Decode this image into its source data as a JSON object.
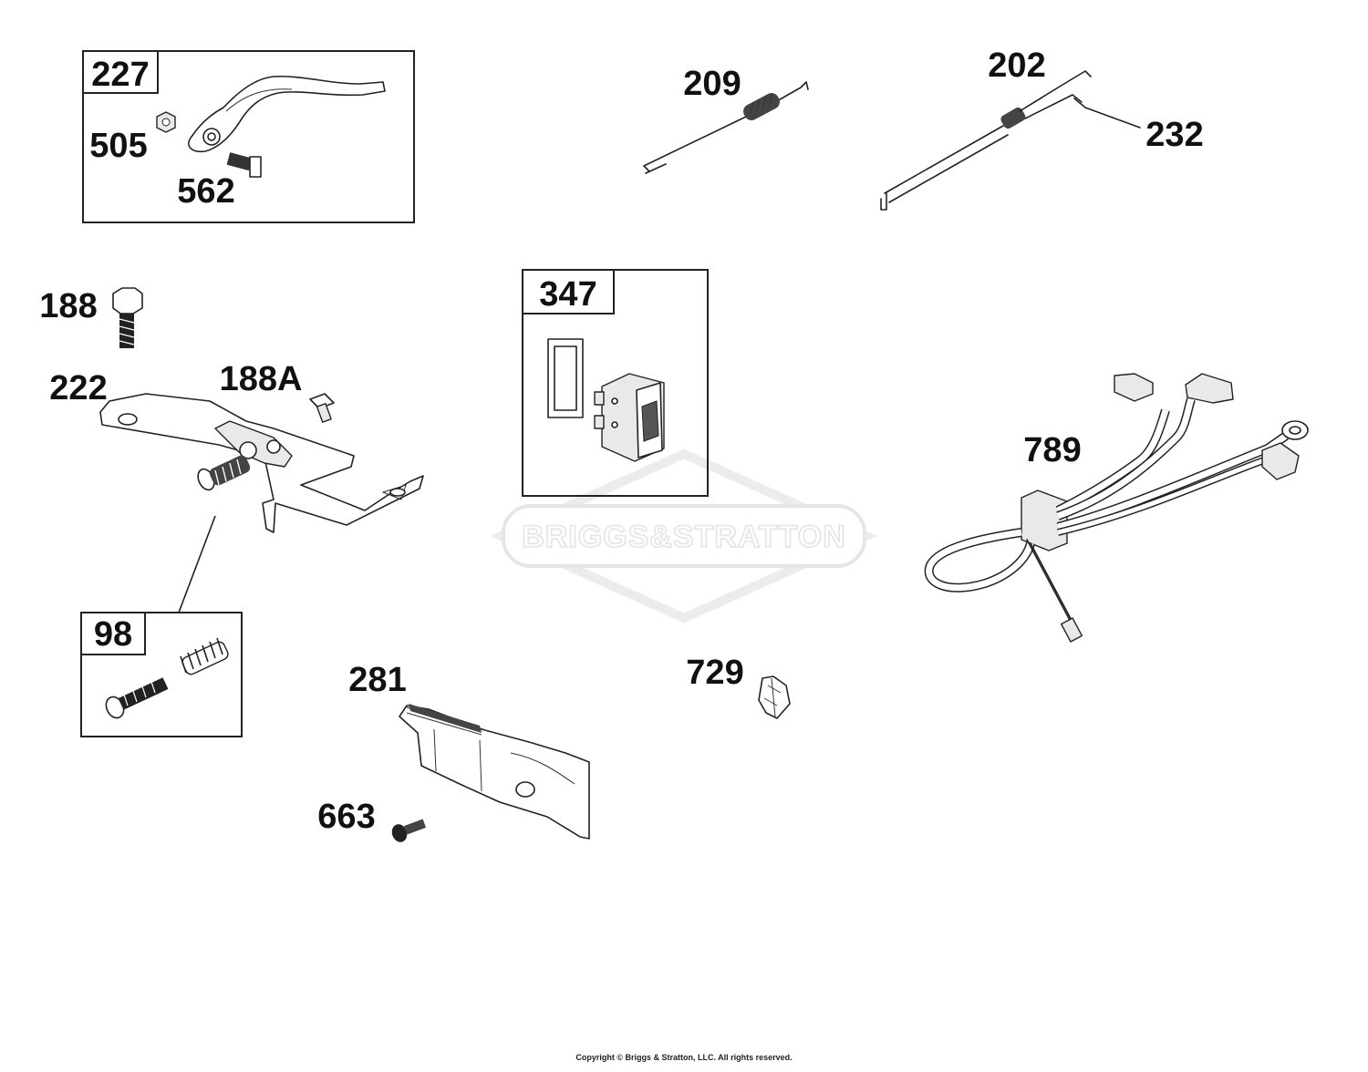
{
  "labels": {
    "p227": "227",
    "p505": "505",
    "p562": "562",
    "p209": "209",
    "p202": "202",
    "p232": "232",
    "p188": "188",
    "p222": "222",
    "p188a": "188A",
    "p347": "347",
    "p789": "789",
    "p98": "98",
    "p281": "281",
    "p729": "729",
    "p663": "663"
  },
  "watermark": {
    "brand": "BRIGGS&STRATTON"
  },
  "footer": {
    "copyright": "Copyright © Briggs & Stratton, LLC. All rights reserved."
  }
}
